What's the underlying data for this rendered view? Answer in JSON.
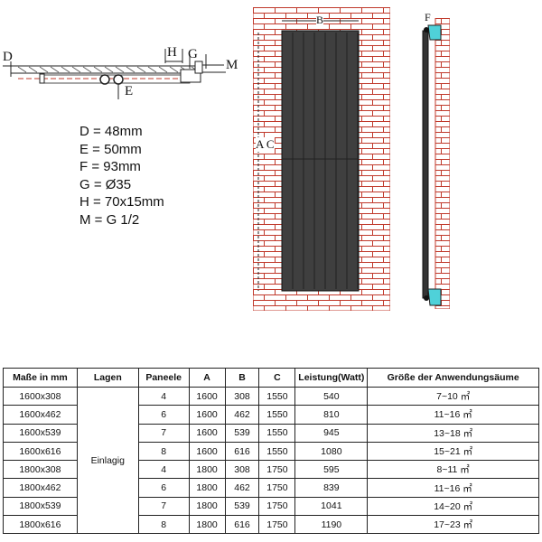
{
  "diagram": {
    "labels": {
      "d": "D",
      "e": "E",
      "g": "G",
      "h": "H",
      "m": "M",
      "b": "B",
      "ac": "A C",
      "f": "F"
    },
    "dimensions": [
      "D = 48mm",
      "E = 50mm",
      "F = 93mm",
      "G = Ø35",
      "H = 70x15mm",
      "M = G 1/2"
    ],
    "colors": {
      "brick": "#c0392b",
      "panel": "#3a3a3a",
      "bracket": "#4fd1d9"
    }
  },
  "table": {
    "headers": [
      "Maße in mm",
      "Lagen",
      "Paneele",
      "A",
      "B",
      "C",
      "Leistung(Watt)",
      "Größe der Anwendungsäume"
    ],
    "lagen": "Einlagig",
    "rows": [
      [
        "1600x308",
        "4",
        "1600",
        "308",
        "1550",
        "540",
        "7~10 ㎡"
      ],
      [
        "1600x462",
        "6",
        "1600",
        "462",
        "1550",
        "810",
        "11~16 ㎡"
      ],
      [
        "1600x539",
        "7",
        "1600",
        "539",
        "1550",
        "945",
        "13~18 ㎡"
      ],
      [
        "1600x616",
        "8",
        "1600",
        "616",
        "1550",
        "1080",
        "15~21 ㎡"
      ],
      [
        "1800x308",
        "4",
        "1800",
        "308",
        "1750",
        "595",
        "8~11 ㎡"
      ],
      [
        "1800x462",
        "6",
        "1800",
        "462",
        "1750",
        "839",
        "11~16 ㎡"
      ],
      [
        "1800x539",
        "7",
        "1800",
        "539",
        "1750",
        "1041",
        "14~20 ㎡"
      ],
      [
        "1800x616",
        "8",
        "1800",
        "616",
        "1750",
        "1190",
        "17~23 ㎡"
      ]
    ]
  }
}
